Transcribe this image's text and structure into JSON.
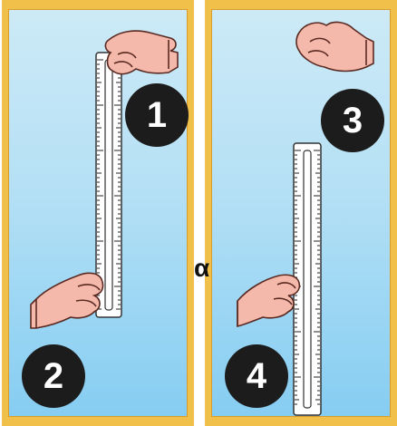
{
  "steps": {
    "step1": "1",
    "step2": "2",
    "step3": "3",
    "step4": "4"
  },
  "symbol": "α",
  "colors": {
    "frame": "#f1c04a",
    "sky_top": "#cdeaf6",
    "sky_bottom": "#86cdf2",
    "hand": "#f4b9aa",
    "badge": "#1c1c1c"
  }
}
